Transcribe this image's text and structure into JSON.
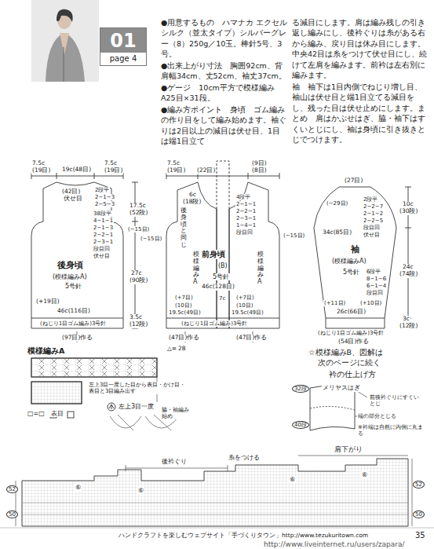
{
  "diagram": {
    "nodes": [
      {
        "text": [
          "01",
          "page 4"
        ]
      }
    ],
    "labels": [
      "●用意するもの　ハマナカ エクセルシルク（並太タイプ）シルバーグレー（8）250g／10玉。棒針5号、3号。",
      "●出来上がり寸法　胸囲92cm、背肩幅34cm、丈52cm、袖丈37cm。",
      "●ゲージ　10cm平方で模様編みA25目×31段。",
      "●編み方ポイント　身頃　ゴム編みの作り目をして編み始めます。袖ぐりは2目以上の減目は伏せ目、1目は端1目立て",
      "る減目にします。肩は編み残しの引き返し編みにし、後衿ぐりは糸がある右から編み、戻り目は休み目にします。中央42目は糸をつけて伏せ目にし、続けて左肩を編みます。前衿は左右別に編みます。",
      "袖　袖下は1目内側でねじり増し目、袖山は伏せ目と端1目立てる減目をし、残った目は伏せ止めにします。まとめ　肩はかぶせはぎ、脇・袖下はすくいとじにし、袖は身頃に引き抜きとじでつけます。",
      "7.5c",
      "(19目)",
      "19c(48目)",
      "7.5c",
      "(19目)",
      "2段平",
      "2−1−3",
      "2−5−3",
      "(42目)",
      "伏せ目",
      "38段平",
      "4−1−1",
      "2−1−3",
      "2−2−1",
      "2−3−1",
      "段目回",
      "伏せ目",
      "(−15目)",
      "17.5c",
      "(52段)",
      "後身頃",
      "(模様編みA)",
      "5号針",
      "27c",
      "(90段)",
      "(+19目)",
      "46c(116目)",
      "(ねじり1目ゴム編み)3号針",
      "3.5c",
      "(12段)",
      "(97目)作る",
      "7.5c",
      "(19目)",
      "(22目)",
      "(9目)",
      "(8目)",
      "6c",
      "(18段)",
      "4段平",
      "2−1−1",
      "2−2−1",
      "2−3−1",
      "1−4−1",
      "段目回",
      "後身頃と同じ",
      "(−15目)",
      "(−15目)",
      "模様編みA",
      "模様編みA",
      "前身頃",
      "(B)",
      "5号針",
      "46c(128目)",
      "(+7目)",
      "(+7目)",
      "7c",
      "(10目)",
      "(10目)",
      "19.5c(49目)",
      "19.5c(49目)",
      "(ねじり1目ゴム編み)3号針",
      "(47目)作る",
      "(47目)作る",
      "△=",
      "28",
      "(27目)",
      "2段平",
      "2−2−7",
      "2−1−2",
      "2−2−5",
      "段目回",
      "伏せ目",
      "(−29目)",
      "10c",
      "(30段)",
      "34c(85目)",
      "袖",
      "(模様編みA)",
      "5号針",
      "24c",
      "(74段)",
      "6段平",
      "8−1−6",
      "6−1−4",
      "段目回",
      "(+11目)",
      "(+10目)",
      "26c(66目)",
      "(ねじり1目ゴム編み)3号針",
      "3c",
      "(12段)",
      "(54目)作る",
      "☆模様編みB、図解は",
      "次のページに続く",
      "模様編みA",
      "左上3目一度した目から表目・かけ目・表目と3目編み出す",
      "□=□　表目",
      "左上3目一度",
      "脇・袖編み始め",
      "衿の仕上げ方",
      "32段",
      "メリヤスはぎ",
      "前後衿ぐりにすくいとじ",
      "40段",
      "端の部分とじる",
      "※衿端は自然に内側に丸まる",
      "後衿ぐり",
      "糸をつける",
      "肩下がり",
      "52",
      "50",
      "52",
      "50",
      "⑥",
      "⑥",
      "⑥",
      "⑥",
      "ハンドクラフトを楽しむウェブサイト「手づくりタウン」http://www.tezukuritown.com",
      "35",
      "http://www.liveinternet.ru/users/zapara/"
    ]
  }
}
